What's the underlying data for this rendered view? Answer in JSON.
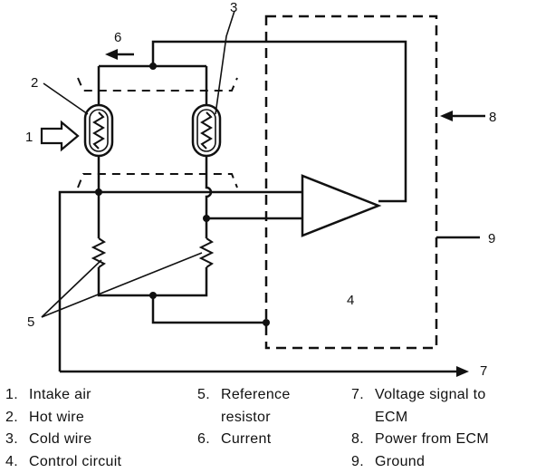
{
  "callouts": {
    "intake_air": "1",
    "hot_wire": "2",
    "cold_wire": "3",
    "control_circuit": "4",
    "reference_resistor": "5",
    "current": "6",
    "voltage_signal": "7",
    "power": "8",
    "ground": "9"
  },
  "legend": {
    "col1": [
      {
        "num": "1.",
        "label": "Intake air"
      },
      {
        "num": "2.",
        "label": "Hot wire"
      },
      {
        "num": "3.",
        "label": "Cold wire"
      },
      {
        "num": "4.",
        "label": "Control circuit"
      }
    ],
    "col2": [
      {
        "num": "5.",
        "label": "Reference",
        "label2": "resistor"
      },
      {
        "num": "6.",
        "label": "Current"
      }
    ],
    "col3": [
      {
        "num": "7.",
        "label": "Voltage signal to",
        "label2": "ECM"
      },
      {
        "num": "8.",
        "label": "Power from ECM"
      },
      {
        "num": "9.",
        "label": "Ground"
      }
    ]
  }
}
